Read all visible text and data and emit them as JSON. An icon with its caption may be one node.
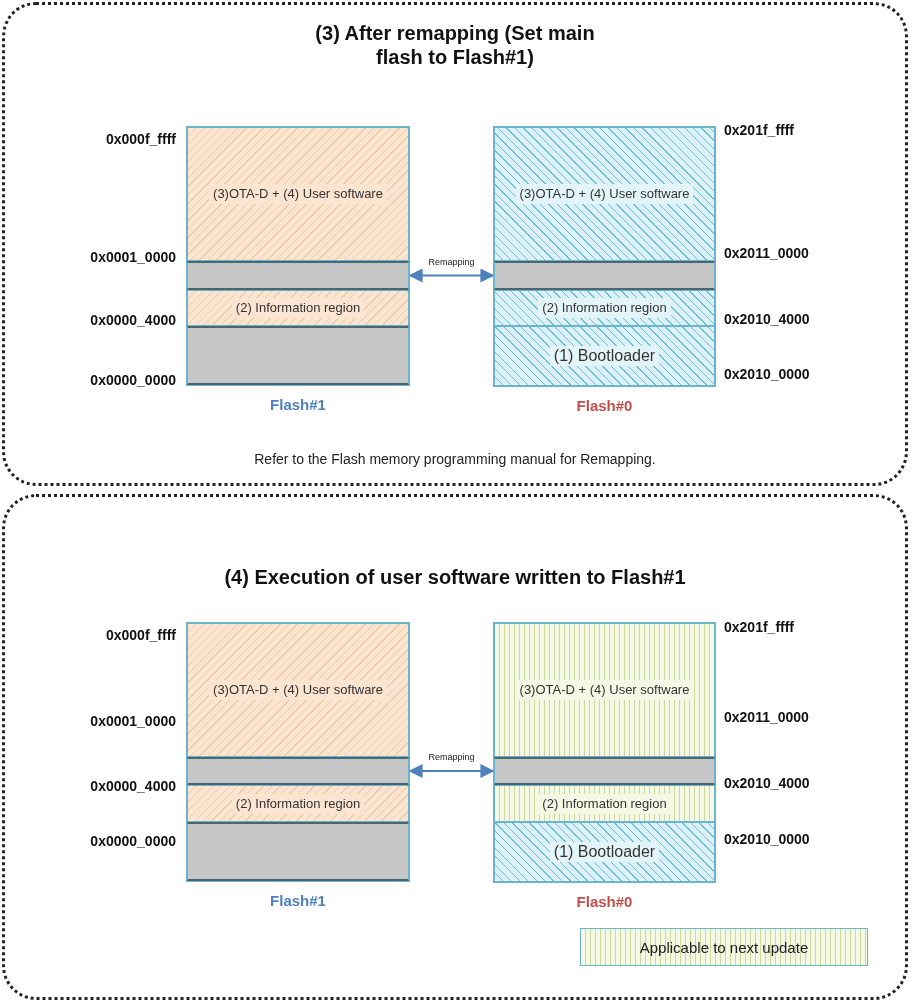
{
  "diagram": {
    "nodes": [
      {
        "text": [
          "(3) After remapping (Set main flash to Flash#1)",
          "Refer to the Flash memory programming manual for Remapping."
        ]
      },
      {
        "text": [],
        "shape": "box",
        "in": 0,
        "beside": [
          "Flash#1"
        ]
      },
      {
        "text": [
          "(3)OTA-D + (4) User software"
        ],
        "in": 1
      },
      {
        "text": [],
        "shape": "box",
        "in": 1
      },
      {
        "text": [
          "(2) Information region"
        ],
        "in": 1
      },
      {
        "text": [],
        "shape": "box",
        "in": 1
      },
      {
        "text": [],
        "shape": "box",
        "in": 0,
        "beside": [
          "Flash#0"
        ]
      },
      {
        "text": [
          "(3)OTA-D + (4) User software"
        ],
        "in": 6
      },
      {
        "text": [],
        "shape": "box",
        "in": 6
      },
      {
        "text": [
          "(2) Information region"
        ],
        "in": 6
      },
      {
        "text": [
          "(1) Bootloader"
        ],
        "in": 6
      },
      {
        "text": [
          "(4) Execution of user software written to Flash#1"
        ]
      },
      {
        "text": [],
        "shape": "box",
        "in": 11,
        "beside": [
          "Flash#1"
        ]
      },
      {
        "text": [
          "(3)OTA-D + (4) User software"
        ],
        "in": 12
      },
      {
        "text": [],
        "shape": "box",
        "in": 12
      },
      {
        "text": [
          "(2) Information region"
        ],
        "in": 12
      },
      {
        "text": [],
        "shape": "box",
        "in": 12
      },
      {
        "text": [],
        "shape": "box",
        "in": 11,
        "beside": [
          "Flash#0"
        ]
      },
      {
        "text": [
          "(3)OTA-D + (4) User software"
        ],
        "in": 17
      },
      {
        "text": [],
        "shape": "box",
        "in": 17
      },
      {
        "text": [
          "(2) Information region"
        ],
        "in": 17
      },
      {
        "text": [
          "(1) Bootloader"
        ],
        "in": 17
      }
    ],
    "edges": [
      {
        "from": 3,
        "to": 8,
        "arrow": "both",
        "label": "Remapping"
      },
      {
        "from": 14,
        "to": 19,
        "arrow": "both",
        "label": "Remapping"
      }
    ],
    "labels": [
      "0x000f_ffff",
      "0x201f_ffff",
      "0x0001_0000",
      "0x2011_0000",
      "0x0000_4000",
      "0x2010_4000",
      "0x0000_0000",
      "0x2010_0000",
      "0x000f_ffff",
      "0x201f_ffff",
      "0x0001_0000",
      "0x2011_0000",
      "0x0000_4000",
      "0x2010_4000",
      "0x0000_0000",
      "0x2010_0000"
    ],
    "legend": [
      {
        "text": "Applicable to next update"
      }
    ]
  }
}
